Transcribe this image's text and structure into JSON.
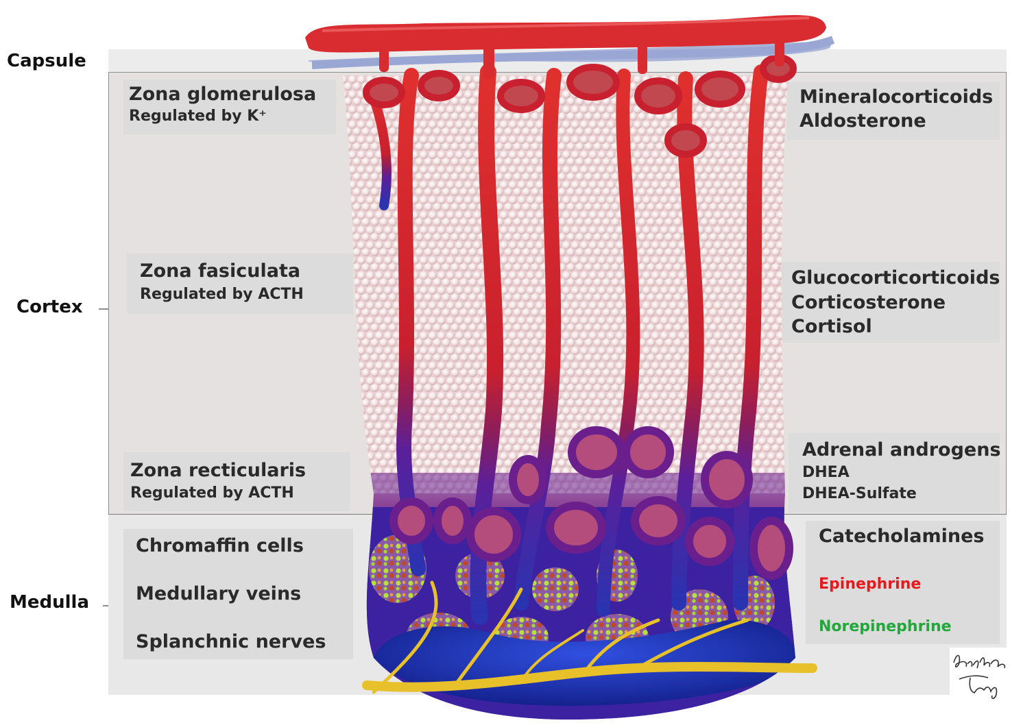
{
  "side_labels": {
    "capsule": "Capsule",
    "cortex": "Cortex",
    "medulla": "Medulla"
  },
  "left": {
    "glomerulosa": {
      "title": "Zona glomerulosa",
      "sub": "Regulated by K⁺"
    },
    "fasciculata": {
      "title": "Zona fasiculata",
      "sub": "Regulated by ACTH"
    },
    "reticularis": {
      "title": "Zona recticularis",
      "sub": "Regulated by ACTH"
    },
    "medulla_items": [
      "Chromaffin cells",
      "Medullary veins",
      "Splanchnic nerves"
    ]
  },
  "right": {
    "mineralo": {
      "line1": "Mineralocorticoids",
      "line2": "Aldosterone"
    },
    "gluco": {
      "line1": "Glucocorticorticoids",
      "line2": "Corticosterone",
      "line3": "Cortisol"
    },
    "androgens": {
      "line1": "Adrenal androgens",
      "line2": "DHEA",
      "line3": "DHEA-Sulfate"
    },
    "catechol": {
      "title": "Catecholamines",
      "epi": "Epinephrine",
      "norepi": "Norepinephrine"
    }
  },
  "colors": {
    "epinephrine": "#e8191d",
    "norepinephrine": "#22a83a",
    "artery": "#d3282c",
    "vein": "#1e2fa8",
    "nerve": "#e8c02a"
  },
  "signature": "Brantley Teary"
}
